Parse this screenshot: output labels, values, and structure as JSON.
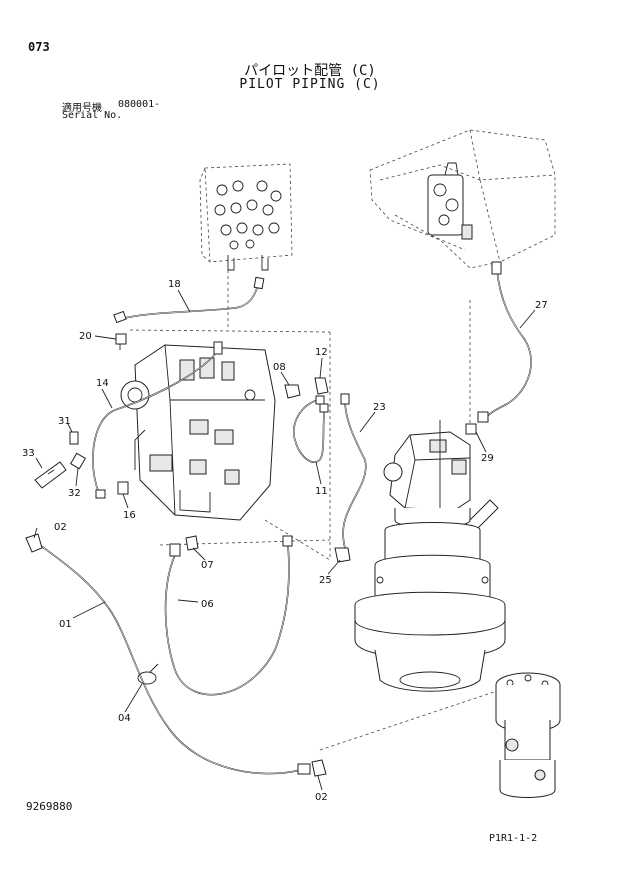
{
  "header": {
    "page_number": "073",
    "title_jp": "パイロット配管 (C)",
    "title_en": "PILOT PIPING (C)",
    "serial_label_jp": "適用号機",
    "serial_value": "080001-",
    "serial_label_en": "Serial No."
  },
  "footer": {
    "doc_number": "9269880",
    "page_code": "P1R1-1-2"
  },
  "part_labels": {
    "p18": "18",
    "p20": "20",
    "p14": "14",
    "p31": "31",
    "p33": "33",
    "p32": "32",
    "p16": "16",
    "p08": "08",
    "p12": "12",
    "p11": "11",
    "p23": "23",
    "p27": "27",
    "p29": "29",
    "p02a": "02",
    "p07": "07",
    "p06": "06",
    "p25": "25",
    "p01": "01",
    "p04": "04",
    "p02b": "02"
  }
}
